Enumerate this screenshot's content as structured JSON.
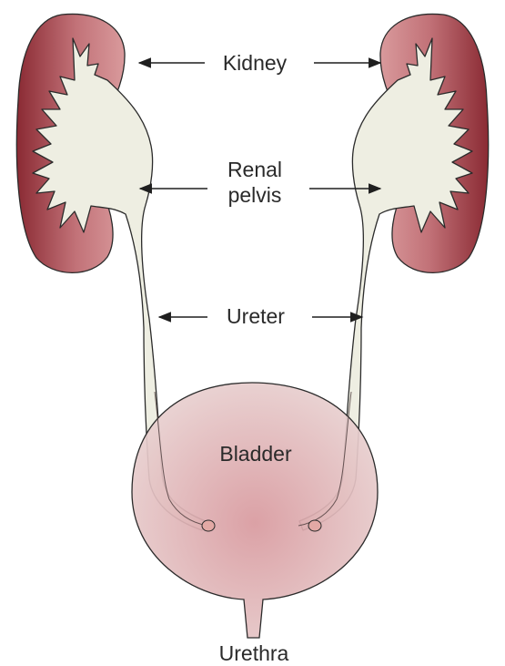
{
  "labels": {
    "kidney": "Kidney",
    "renal_line1": "Renal",
    "renal_line2": "pelvis",
    "ureter": "Ureter",
    "bladder": "Bladder",
    "urethra": "Urethra"
  },
  "colors": {
    "kidney_outer": "#8a2a33",
    "kidney_inner": "#cf8a8e",
    "pelvis_fill": "#eeeee2",
    "bladder_center": "#d9a0a4",
    "bladder_edge": "#e6c8c8",
    "orifice": "#e3a9a5",
    "outline": "#2b2b2b",
    "arrow": "#1f1f1f"
  }
}
